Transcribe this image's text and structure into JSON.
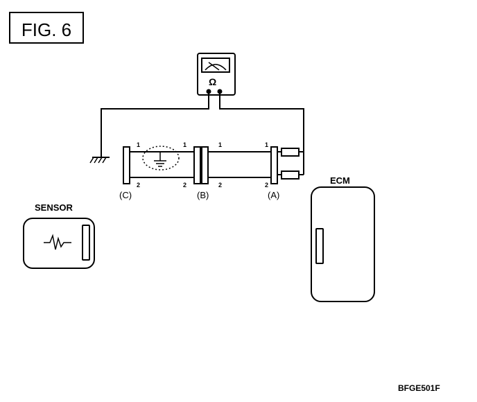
{
  "figure": {
    "title": "FIG. 6",
    "code": "BFGE501F"
  },
  "meter": {
    "symbol": "Ω"
  },
  "connectors": {
    "c": {
      "label": "(C)",
      "pin_top": "1",
      "pin_bottom": "2"
    },
    "b": {
      "label": "(B)",
      "pin_left_top": "1",
      "pin_left_bottom": "2",
      "pin_right_top": "1",
      "pin_right_bottom": "2"
    },
    "a": {
      "label": "(A)",
      "pin_top": "1",
      "pin_bottom": "2"
    }
  },
  "modules": {
    "sensor": {
      "label": "SENSOR"
    },
    "ecm": {
      "label": "ECM"
    }
  }
}
